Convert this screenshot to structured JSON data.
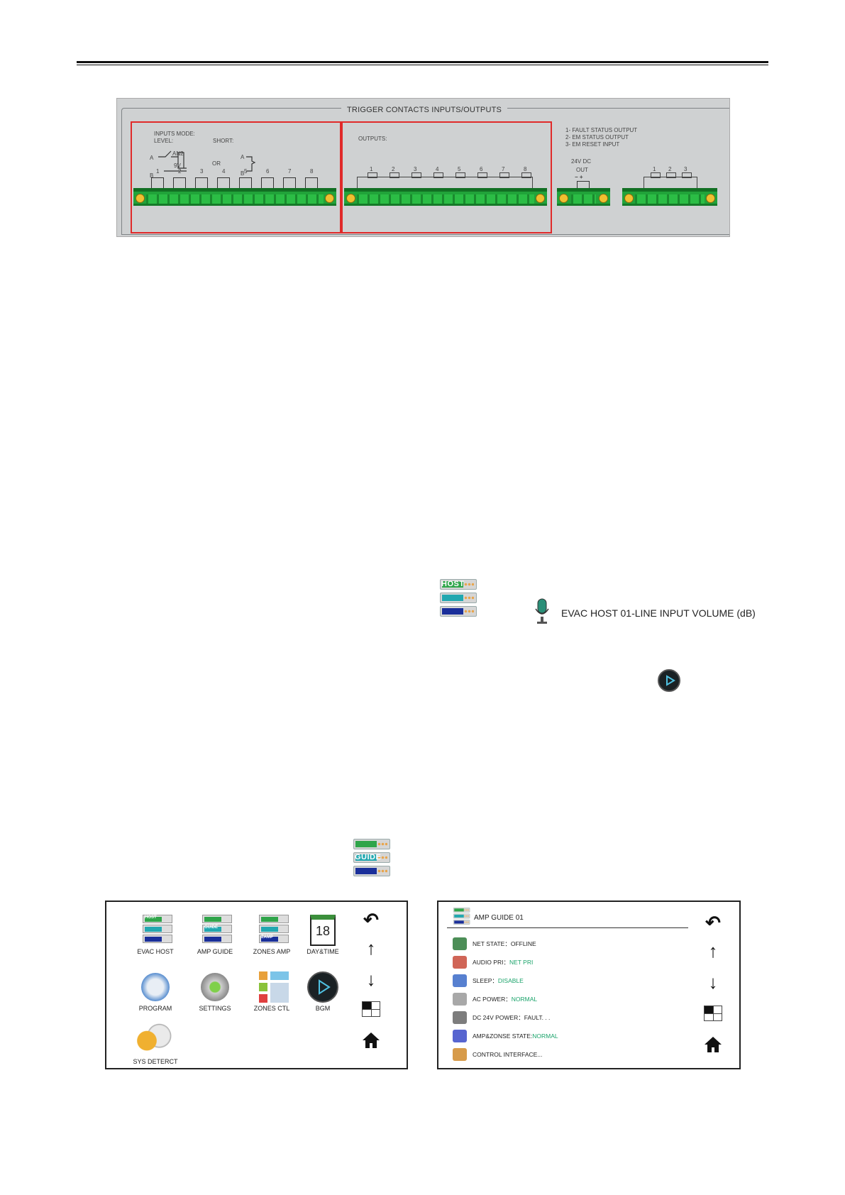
{
  "panel": {
    "title": "TRIGGER CONTACTS INPUTS/OUTPUTS",
    "inputs_mode_label": "INPUTS MODE:",
    "level_label": "LEVEL:",
    "short_label": "SHORT:",
    "or_label": "OR",
    "a_label": "A",
    "b_label": "B",
    "an_label": "AN2",
    "dc_label": "9V",
    "input_numbers": [
      "1",
      "2",
      "3",
      "4",
      "5",
      "6",
      "7",
      "8"
    ],
    "outputs_label": "OUTPUTS:",
    "output_numbers": [
      "1",
      "2",
      "3",
      "4",
      "5",
      "6",
      "7",
      "8"
    ],
    "status_lines": [
      "1- FAULT STATUS OUTPUT",
      "2- EM STATUS OUTPUT",
      "3- EM RESET INPUT"
    ],
    "dc_out_label": "24V DC",
    "out_label": "OUT",
    "minus_plus": "−  +",
    "status_numbers": [
      "1",
      "2",
      "3"
    ]
  },
  "host_icon": {
    "label": "HOST"
  },
  "evac_volume_label": "EVAC HOST 01-LINE INPUT VOLUME (dB)",
  "guide_icon": {
    "label": "GUIDE"
  },
  "menu_screen": {
    "items": [
      {
        "label": "EVAC HOST",
        "icon": "host-icon"
      },
      {
        "label": "AMP GUIDE",
        "icon": "guide-icon"
      },
      {
        "label": "ZONES AMP",
        "icon": "zamp-icon"
      },
      {
        "label": "DAY&TIME",
        "icon": "calendar-icon",
        "day": "18"
      },
      {
        "label": "PROGRAM",
        "icon": "program-icon"
      },
      {
        "label": "SETTINGS",
        "icon": "gear-icon"
      },
      {
        "label": "ZONES CTL",
        "icon": "zones-ctl-icon"
      },
      {
        "label": "BGM",
        "icon": "play-icon"
      },
      {
        "label": "SYS DETERCT",
        "icon": "sys-detect-icon"
      }
    ],
    "host_badge": "HOST",
    "guide_badge": "GUIDE",
    "zamp_badge": "ZAMP"
  },
  "guide_screen": {
    "title": "AMP GUIDE 01",
    "rows": [
      {
        "label": "NET STATE：OFFLINE",
        "value": ""
      },
      {
        "label": "AUDIO PRI：",
        "value": "NET PRI"
      },
      {
        "label": "SLEEP：",
        "value": "DISABLE"
      },
      {
        "label": "AC POWER：",
        "value": "NORMAL"
      },
      {
        "label": "DC 24V POWER：FAULT. . .",
        "value": ""
      },
      {
        "label": "AMP&ZONSE STATE:",
        "value": "NORMAL"
      },
      {
        "label": "CONTROL INTERFACE...",
        "value": ""
      }
    ]
  },
  "nav_icons": [
    "back-icon",
    "up-arrow-icon",
    "down-arrow-icon",
    "layout-icon",
    "home-icon"
  ],
  "colors": {
    "red_box": "#e02a2a",
    "terminal_green": "#21a33a",
    "status_ok": "#1aa36a"
  }
}
